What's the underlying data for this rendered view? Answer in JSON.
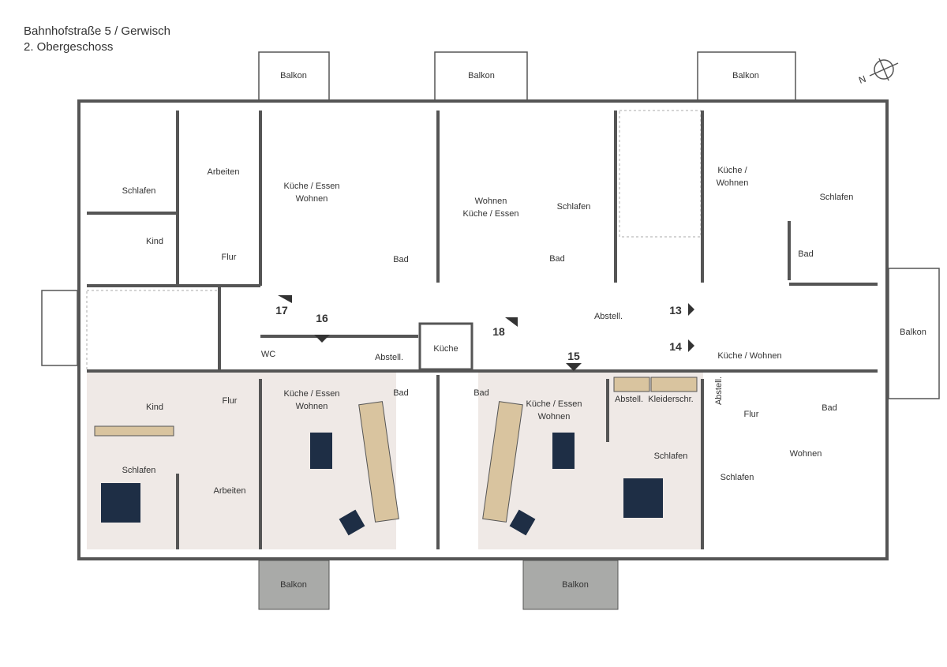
{
  "header": {
    "address": "Bahnhofstraße 5 / Gerwisch",
    "floor": "2. Obergeschoss"
  },
  "colors": {
    "wall": "#555555",
    "unit_fill": "#efe9e6",
    "balcony_fill": "#a9aaa8",
    "wood": "#d9c49f",
    "navy": "#1e2e45"
  },
  "balconies": [
    "Balkon",
    "Balkon",
    "Balkon",
    "Balkon",
    "Balkon",
    "Balkon"
  ],
  "rooms": [
    "Schlafen",
    "Arbeiten",
    "Küche / Essen\nWohnen",
    "Kind",
    "Flur",
    "Bad",
    "Wohnen\nKüche / Essen",
    "Schlafen",
    "Bad",
    "Abstell.",
    "Küche /\nWohnen",
    "Schlafen",
    "Bad",
    "Küche",
    "Abstell.",
    "WC",
    "Küche / Wohnen",
    "Kind",
    "Flur",
    "Küche / Essen\nWohnen",
    "Bad",
    "Bad",
    "Küche / Essen\nWohnen",
    "Abstell.",
    "Kleiderschr.",
    "Abstell.",
    "Flur",
    "Bad",
    "Schlafen",
    "Arbeiten",
    "Schlafen",
    "Wohnen",
    "Schlafen"
  ],
  "units": [
    "17",
    "16",
    "18",
    "15",
    "13",
    "14"
  ]
}
